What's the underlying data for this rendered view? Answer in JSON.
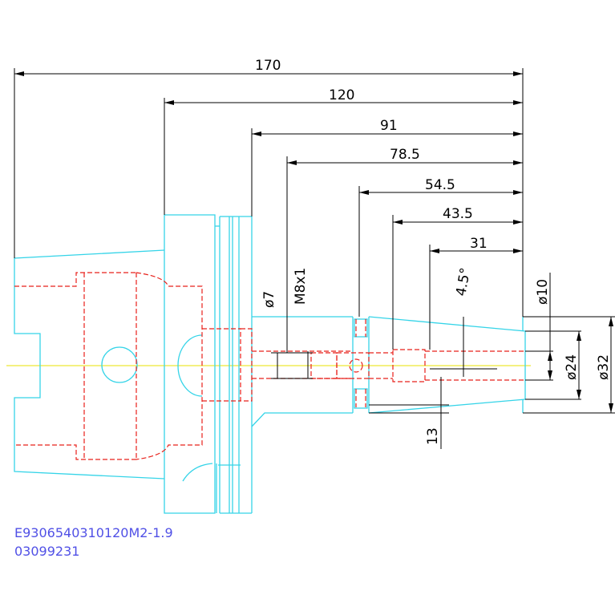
{
  "dimensions": {
    "d170": "170",
    "d120": "120",
    "d91": "91",
    "d78_5": "78.5",
    "d54_5": "54.5",
    "d43_5": "43.5",
    "d31": "31",
    "dia7": "ø7",
    "thread": "M8x1",
    "angle": "4.5°",
    "dia10": "ø10",
    "dia24": "ø24",
    "dia32": "ø32",
    "d13": "13"
  },
  "part_info": {
    "part_number": "E9306540310120M2-1.9",
    "code": "03099231"
  },
  "colors": {
    "outline": "#35d4e8",
    "hidden": "#e8201a",
    "dimension": "#000000",
    "centerline": "#e8e000",
    "label": "#5050e6"
  }
}
